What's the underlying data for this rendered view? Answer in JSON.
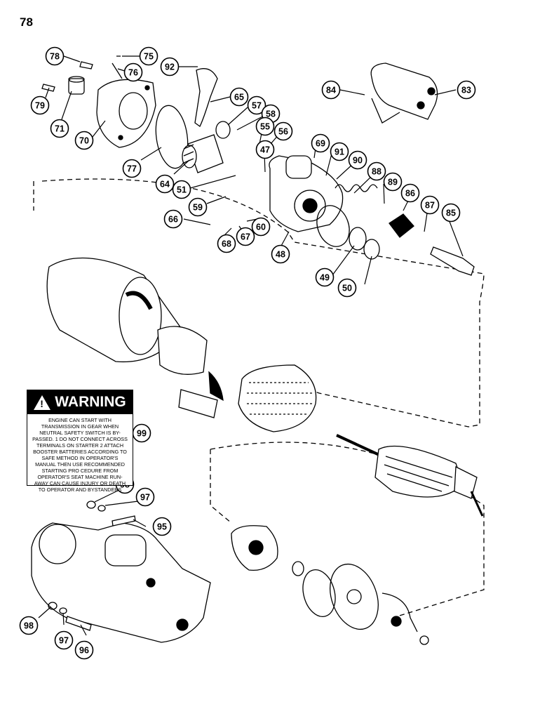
{
  "page_number": "78",
  "warning": {
    "title": "WARNING",
    "text": "ENGINE CAN START WITH TRANSMISSION IN GEAR WHEN NEUTRAL SAFETY SWITCH IS BY-PASSED. 1 DO NOT CONNECT ACROSS TERMINALS ON STARTER 2 ATTACH BOOSTER BATTERIES ACCORDING TO SAFE METHOD IN OPERATOR'S MANUAL THEN USE RECOMMENDED STARTING PRO CEDURE FROM OPERATOR'S SEAT MACHINE RUN-AWAY CAN CAUSE INJURY OR DEATH TO OPERATOR AND BYSTANDERS"
  },
  "callouts": [
    {
      "label": "78"
    },
    {
      "label": "75"
    },
    {
      "label": "76"
    },
    {
      "label": "92"
    },
    {
      "label": "79"
    },
    {
      "label": "71"
    },
    {
      "label": "70"
    },
    {
      "label": "65"
    },
    {
      "label": "57"
    },
    {
      "label": "58"
    },
    {
      "label": "55"
    },
    {
      "label": "56"
    },
    {
      "label": "84"
    },
    {
      "label": "83"
    },
    {
      "label": "77"
    },
    {
      "label": "47"
    },
    {
      "label": "69"
    },
    {
      "label": "91"
    },
    {
      "label": "90"
    },
    {
      "label": "88"
    },
    {
      "label": "64"
    },
    {
      "label": "51"
    },
    {
      "label": "89"
    },
    {
      "label": "86"
    },
    {
      "label": "87"
    },
    {
      "label": "85"
    },
    {
      "label": "59"
    },
    {
      "label": "66"
    },
    {
      "label": "60"
    },
    {
      "label": "67"
    },
    {
      "label": "68"
    },
    {
      "label": "48"
    },
    {
      "label": "49"
    },
    {
      "label": "50"
    },
    {
      "label": "99"
    },
    {
      "label": "98"
    },
    {
      "label": "97"
    },
    {
      "label": "95"
    },
    {
      "label": "98"
    },
    {
      "label": "97"
    },
    {
      "label": "96"
    }
  ]
}
